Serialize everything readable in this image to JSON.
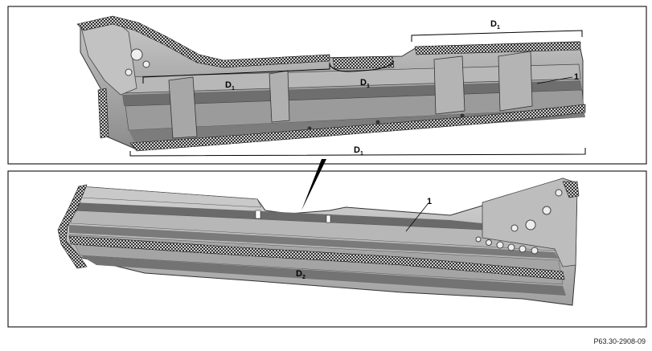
{
  "figure": {
    "reference_code": "P63.30-2908-09",
    "top_view": {
      "callouts": [
        {
          "letter": "D",
          "sub": "1"
        },
        {
          "letter": "D",
          "sub": "1"
        },
        {
          "letter": "D",
          "sub": "1"
        },
        {
          "letter": "D",
          "sub": "1"
        }
      ],
      "part_number": "1"
    },
    "bottom_view": {
      "callouts": [
        {
          "letter": "D",
          "sub": "2"
        }
      ],
      "part_number": "1"
    }
  }
}
